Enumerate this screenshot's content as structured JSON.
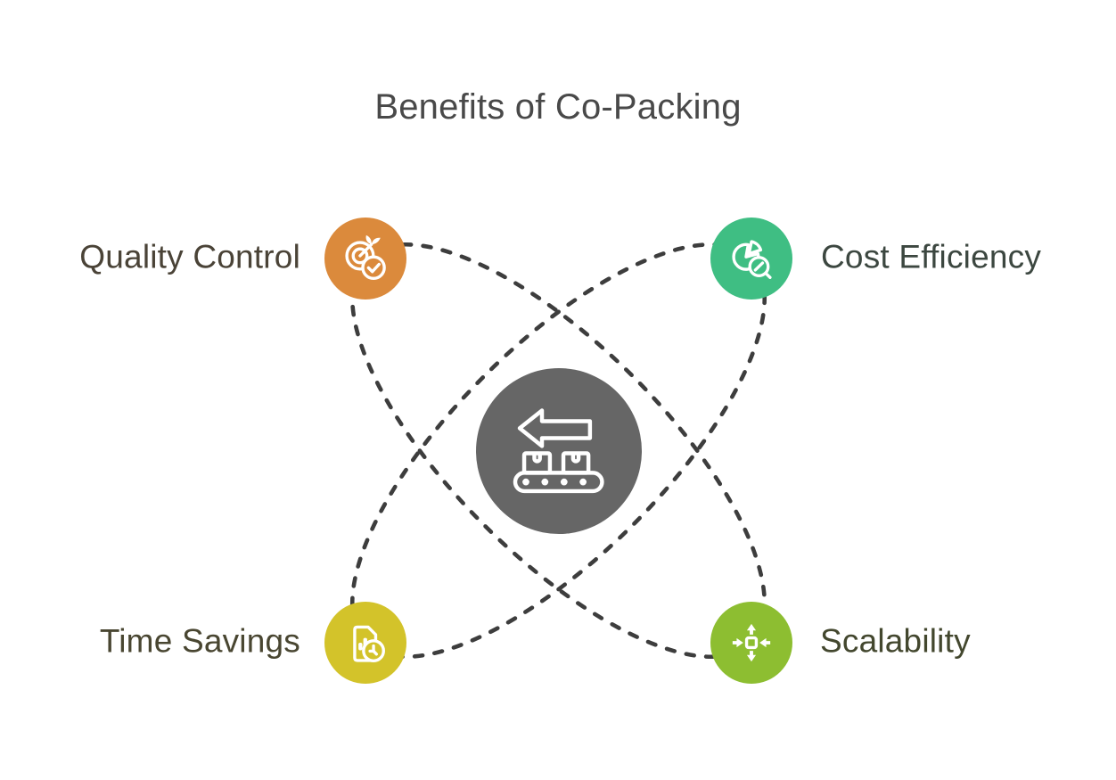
{
  "title": "Benefits of Co-Packing",
  "title_color": "#494949",
  "background": "#FFFFFF",
  "orbits": {
    "style": "dashed",
    "color": "#3D3D3D"
  },
  "center": {
    "icon": "conveyor-belt-icon",
    "color": "#666666"
  },
  "nodes": [
    {
      "id": "quality-control",
      "label": "Quality Control",
      "position": "top-left",
      "color": "#DB8A3C",
      "label_color": "#4A4337",
      "icon": "target-check-icon"
    },
    {
      "id": "cost-efficiency",
      "label": "Cost Efficiency",
      "position": "top-right",
      "color": "#3FBE83",
      "label_color": "#3C4740",
      "icon": "pie-chart-magnifier-icon"
    },
    {
      "id": "time-savings",
      "label": "Time Savings",
      "position": "bottom-left",
      "color": "#D3C32A",
      "label_color": "#494631",
      "icon": "document-clock-icon"
    },
    {
      "id": "scalability",
      "label": "Scalability",
      "position": "bottom-right",
      "color": "#8DBE31",
      "label_color": "#43472E",
      "icon": "expand-arrows-icon"
    }
  ]
}
